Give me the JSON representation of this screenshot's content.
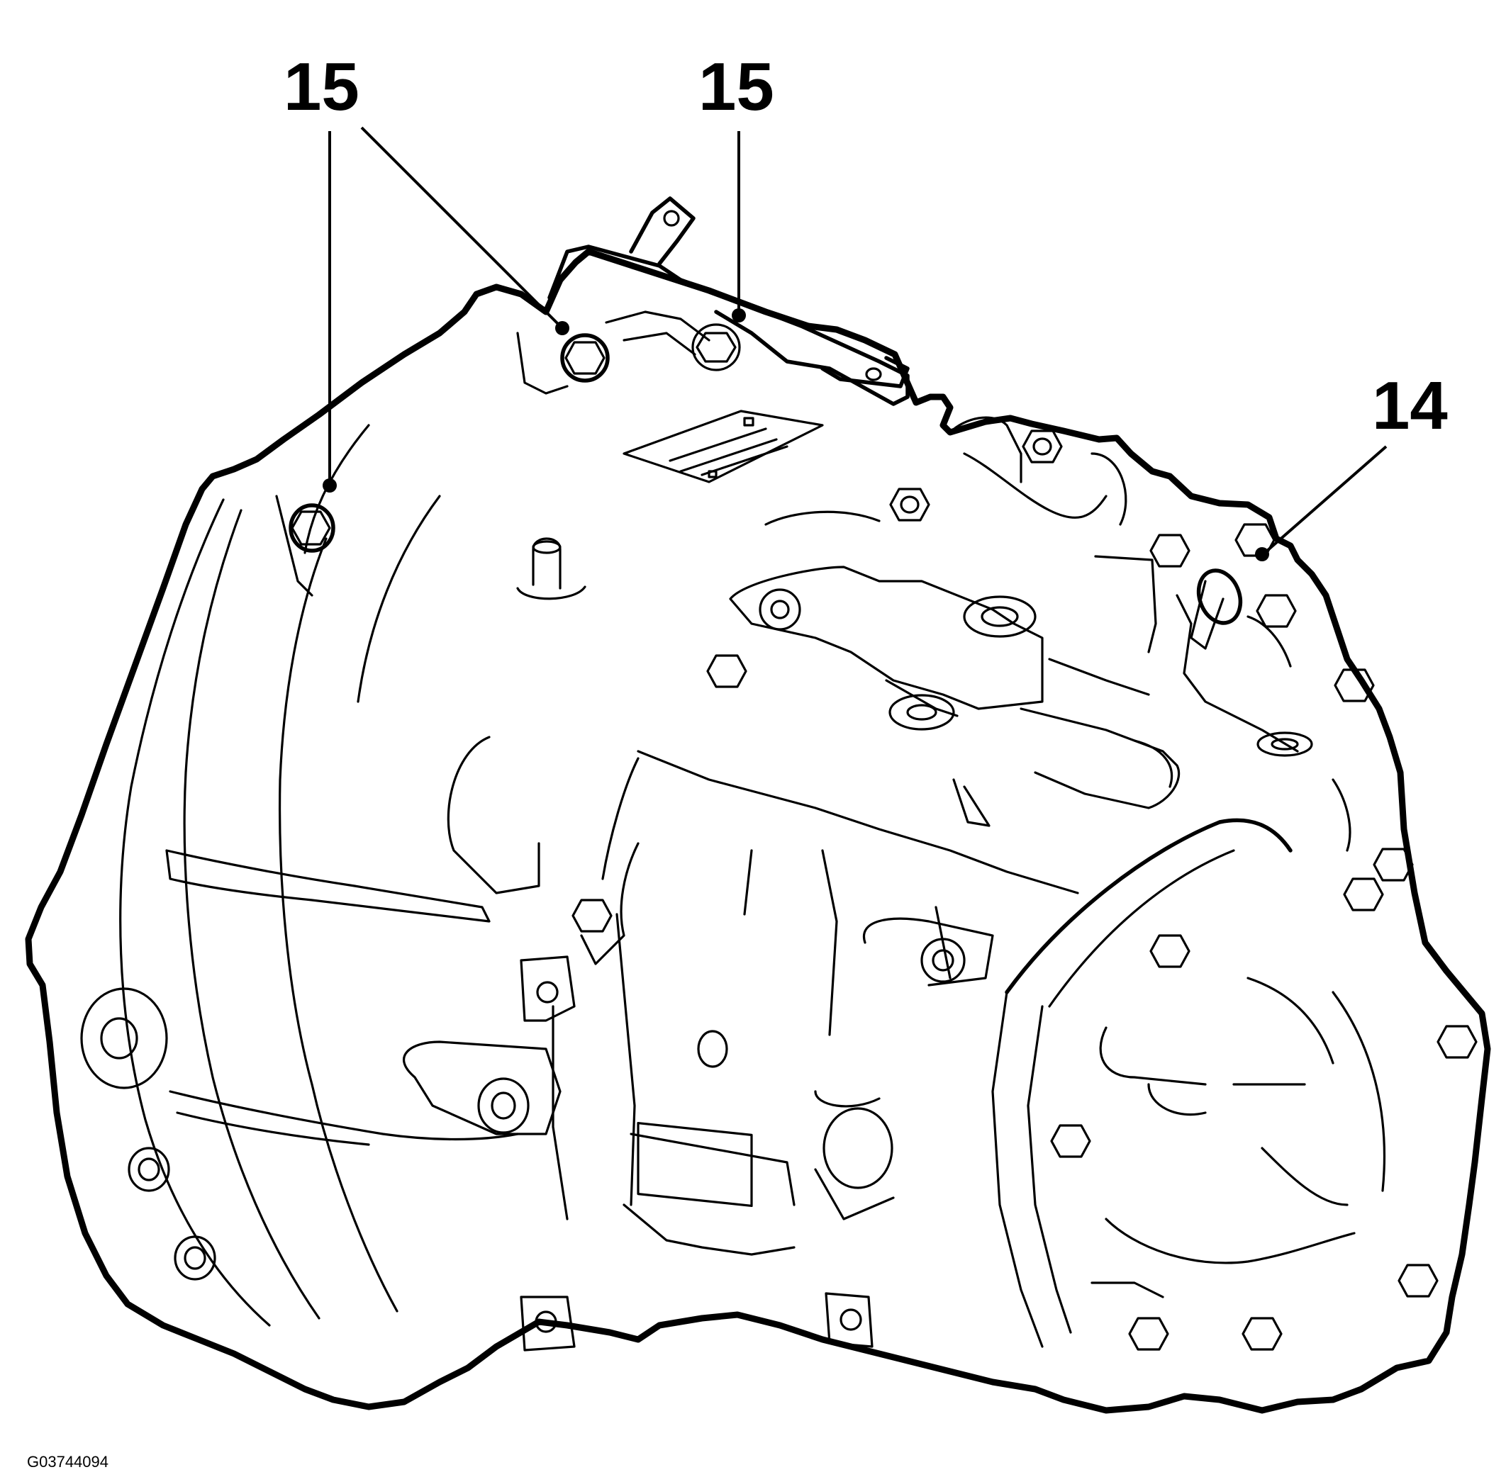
{
  "diagram": {
    "figure_id": "G03744094",
    "callouts": [
      {
        "id": "callout-15-left",
        "label": "15"
      },
      {
        "id": "callout-15-middle",
        "label": "15"
      },
      {
        "id": "callout-14",
        "label": "14"
      }
    ]
  }
}
